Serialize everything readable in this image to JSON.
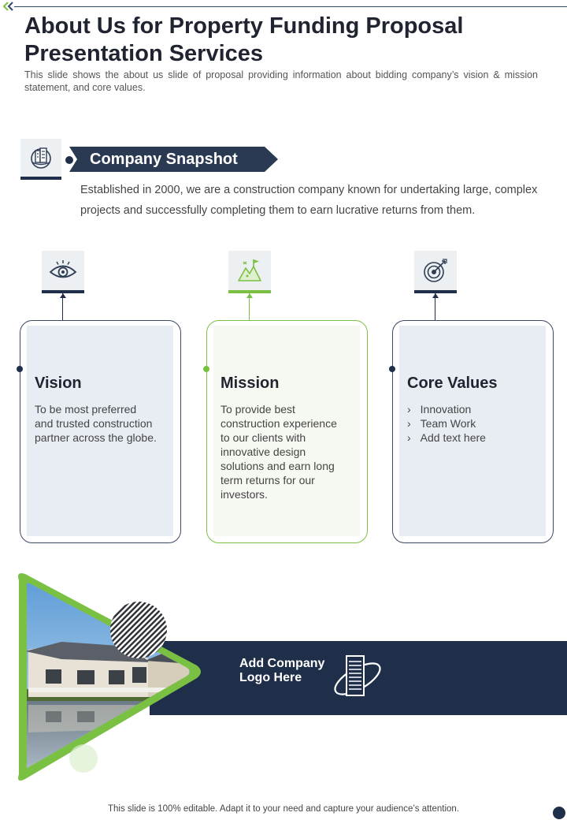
{
  "page": {
    "title": "About Us for Property Funding Proposal Presentation Services",
    "subtitle": "This slide shows the about us slide of proposal providing information about bidding company’s vision & mission statement, and core values."
  },
  "snapshot": {
    "heading": "Company Snapshot",
    "description": "Established in 2000, we are a construction company known for undertaking large, complex projects and successfully completing them to earn lucrative returns from them.",
    "icon": "buildings-globe-icon"
  },
  "cards": {
    "vision": {
      "title": "Vision",
      "text": "To be most preferred and trusted construction partner across the globe.",
      "icon": "eye-icon"
    },
    "mission": {
      "title": "Mission",
      "text": "To provide best construction experience to our clients with innovative design solutions and earn long term returns for our investors.",
      "icon": "mountain-flag-icon"
    },
    "core_values": {
      "title": "Core Values",
      "items": [
        "Innovation",
        "Team Work",
        "Add text here"
      ],
      "icon": "target-arrow-icon"
    }
  },
  "logo_banner": {
    "text": "Add Company Logo Here",
    "icon": "company-logo-icon"
  },
  "footer": {
    "note": "This slide is 100% editable. Adapt it to your need and capture your audience’s attention."
  },
  "colors": {
    "navy": "#1f2f4a",
    "green": "#7ac143",
    "card_fill": "#e8edf4",
    "mission_fill": "#f6f9f2"
  }
}
